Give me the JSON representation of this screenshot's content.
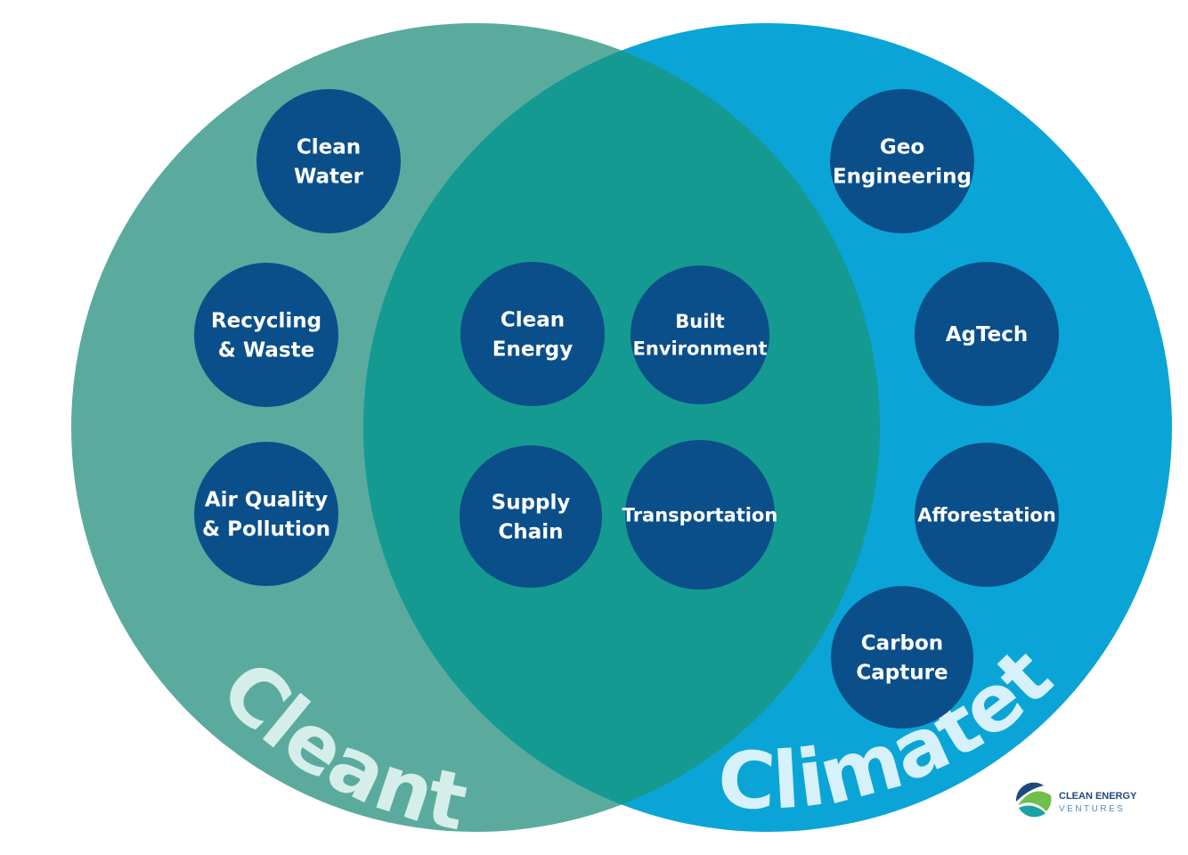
{
  "diagram": {
    "sets": {
      "cleantech": {
        "label": "Cleantech",
        "color": "#5aab9e",
        "label_color": "#d6eee9"
      },
      "climatetech": {
        "label": "Climatetech",
        "color": "#0aa5d6",
        "label_color": "#d6f1fa"
      },
      "overlap": {
        "color": "#159a91"
      }
    },
    "node_color": "#0b4f8a",
    "nodes": {
      "clean_water": [
        "Clean",
        "Water"
      ],
      "recycling_waste": [
        "Recycling",
        "& Waste"
      ],
      "air_quality": [
        "Air Quality",
        "& Pollution"
      ],
      "clean_energy": [
        "Clean",
        "Energy"
      ],
      "built_environment": [
        "Built",
        "Environment"
      ],
      "supply_chain": [
        "Supply",
        "Chain"
      ],
      "transportation": [
        "Transportation"
      ],
      "geo_engineering": [
        "Geo",
        "Engineering"
      ],
      "agtech": [
        "AgTech"
      ],
      "afforestation": [
        "Afforestation"
      ],
      "carbon_capture": [
        "Carbon",
        "Capture"
      ]
    }
  },
  "logo": {
    "line1": "CLEAN ENERGY",
    "line2": "VENTURES",
    "colors": {
      "navy": "#1e4a7a",
      "green": "#6fbf4a",
      "teal": "#1aa3a3"
    }
  }
}
